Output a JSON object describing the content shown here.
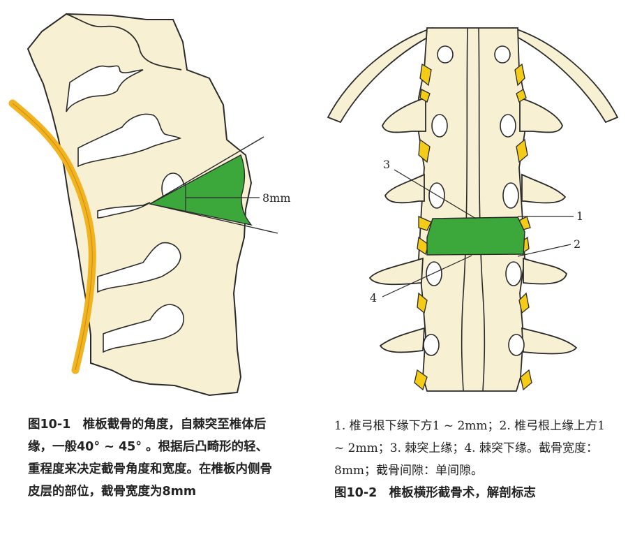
{
  "figure_left": {
    "measure_label": "8mm",
    "caption": "图10-1　椎板截骨的角度，自棘突至椎体后缘，一般40° ~ 45° 。根据后凸畸形的轻、重程度来决定截骨角度和宽度。在椎板内侧骨皮层的部位，截骨宽度为8mm"
  },
  "figure_right": {
    "markers": [
      "1",
      "2",
      "3",
      "4"
    ],
    "caption_body": "1. 椎弓根下缘下方1 ~ 2mm；2. 椎弓根上缘上方1 ~ 2mm；3. 棘突上缘；4. 棘突下缘。截骨宽度：8mm；截骨间隙：单间隙。",
    "caption_title": "图10-2　椎板横形截骨术，解剖标志"
  },
  "colors": {
    "bone": "#f7f0d2",
    "outline": "#2a2a2a",
    "cut_region": "#3ca83c",
    "ligament": "#f2b320",
    "facet": "#f4cc18"
  }
}
